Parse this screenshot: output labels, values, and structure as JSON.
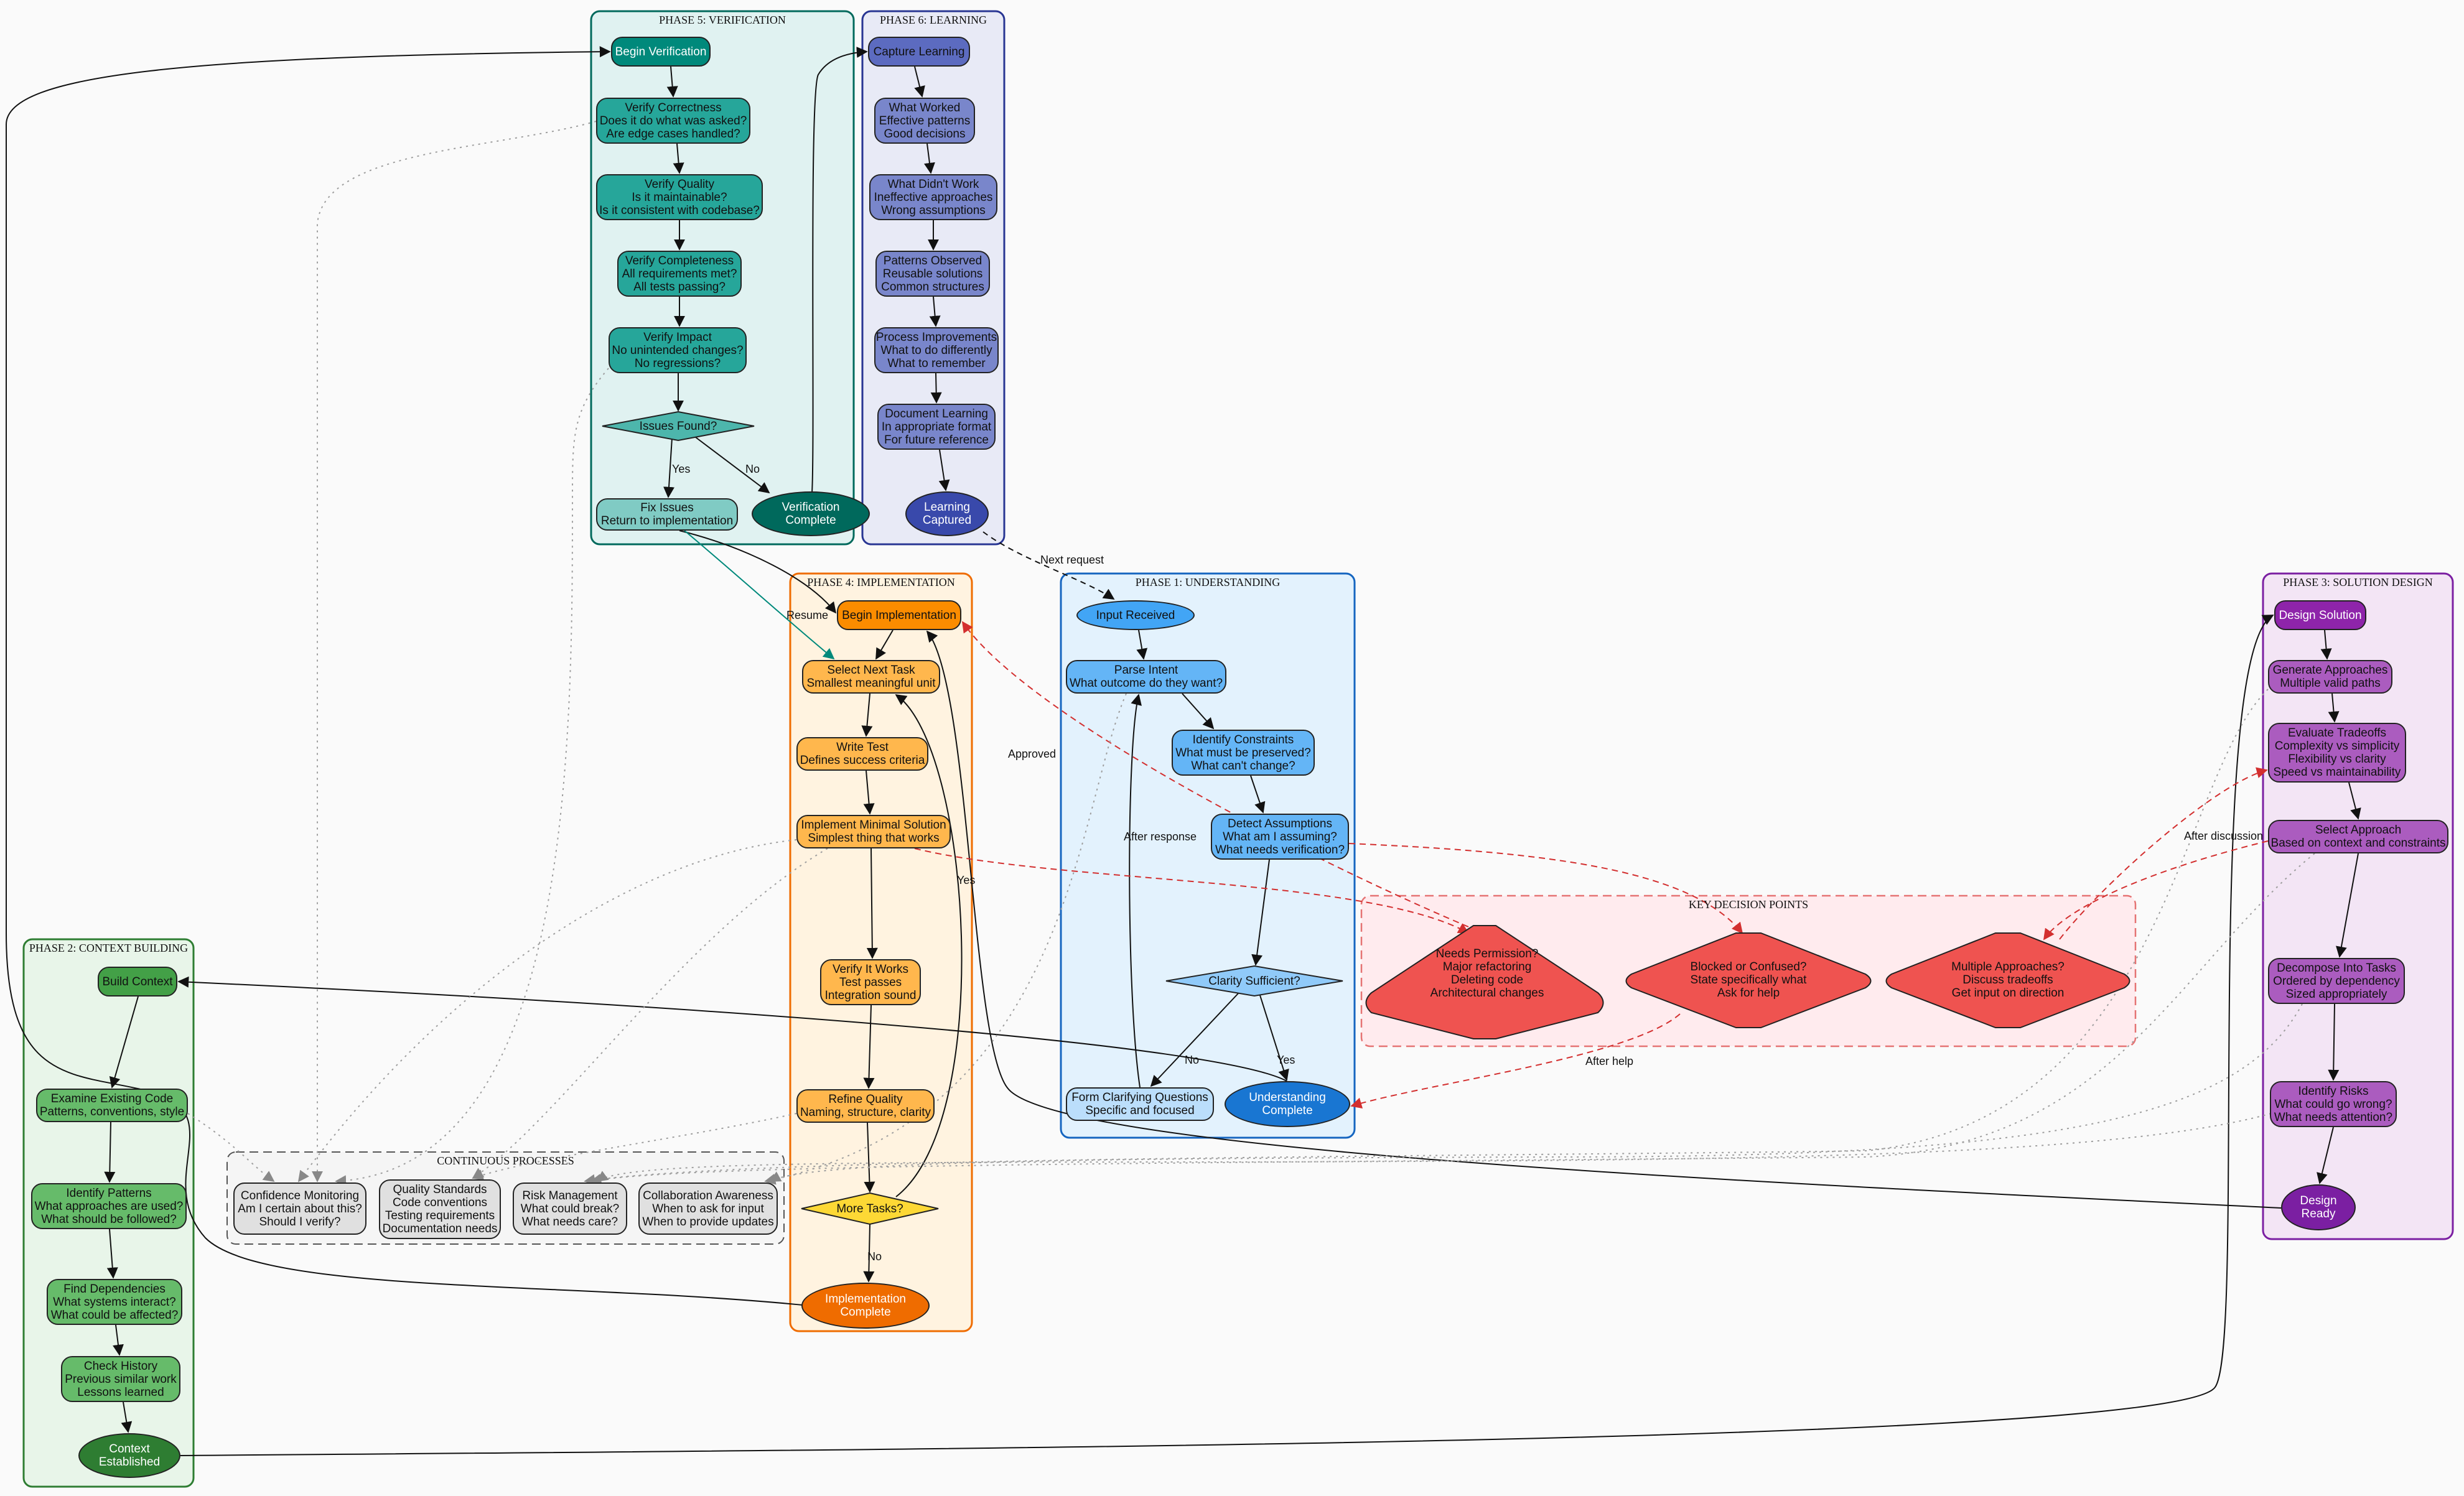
{
  "phases": {
    "verification": "PHASE 5: VERIFICATION",
    "learning": "PHASE 6: LEARNING",
    "implementation": "PHASE 4: IMPLEMENTATION",
    "understanding": "PHASE 1: UNDERSTANDING",
    "solution_design": "PHASE 3: SOLUTION DESIGN",
    "context_building": "PHASE 2: CONTEXT BUILDING",
    "continuous": "CONTINUOUS PROCESSES",
    "decision_points": "KEY DECISION POINTS"
  },
  "nodes": {
    "begin_verification": "Begin Verification",
    "verify_correctness": "Verify Correctness\nDoes it do what was asked?\nAre edge cases handled?",
    "verify_quality": "Verify Quality\nIs it maintainable?\nIs it consistent with codebase?",
    "verify_completeness": "Verify Completeness\nAll requirements met?\nAll tests passing?",
    "verify_impact": "Verify Impact\nNo unintended changes?\nNo regressions?",
    "issues_found": "Issues Found?",
    "fix_issues": "Fix Issues\nReturn to implementation",
    "verification_complete": "Verification\nComplete",
    "capture_learning": "Capture Learning",
    "what_worked": "What Worked\nEffective patterns\nGood decisions",
    "what_didnt": "What Didn't Work\nIneffective approaches\nWrong assumptions",
    "patterns_observed": "Patterns Observed\nReusable solutions\nCommon structures",
    "process_improvements": "Process Improvements\nWhat to do differently\nWhat to remember",
    "document_learning": "Document Learning\nIn appropriate format\nFor future reference",
    "learning_captured": "Learning\nCaptured",
    "begin_implementation": "Begin Implementation",
    "select_next_task": "Select Next Task\nSmallest meaningful unit",
    "write_test": "Write Test\nDefines success criteria",
    "implement_minimal": "Implement Minimal Solution\nSimplest thing that works",
    "verify_it_works": "Verify It Works\nTest passes\nIntegration sound",
    "refine_quality": "Refine Quality\nNaming, structure, clarity",
    "more_tasks": "More Tasks?",
    "implementation_complete": "Implementation\nComplete",
    "input_received": "Input Received",
    "parse_intent": "Parse Intent\nWhat outcome do they want?",
    "identify_constraints": "Identify Constraints\nWhat must be preserved?\nWhat can't change?",
    "detect_assumptions": "Detect Assumptions\nWhat am I assuming?\nWhat needs verification?",
    "clarity_sufficient": "Clarity Sufficient?",
    "form_questions": "Form Clarifying Questions\nSpecific and focused",
    "understanding_complete": "Understanding\nComplete",
    "design_solution": "Design Solution",
    "generate_approaches": "Generate Approaches\nMultiple valid paths",
    "evaluate_tradeoffs": "Evaluate Tradeoffs\nComplexity vs simplicity\nFlexibility vs clarity\nSpeed vs maintainability",
    "select_approach": "Select Approach\nBased on context and constraints",
    "decompose_tasks": "Decompose Into Tasks\nOrdered by dependency\nSized appropriately",
    "identify_risks": "Identify Risks\nWhat could go wrong?\nWhat needs attention?",
    "design_ready": "Design\nReady",
    "build_context": "Build Context",
    "examine_code": "Examine Existing Code\nPatterns, conventions, style",
    "identify_patterns": "Identify Patterns\nWhat approaches are used?\nWhat should be followed?",
    "find_dependencies": "Find Dependencies\nWhat systems interact?\nWhat could be affected?",
    "check_history": "Check History\nPrevious similar work\nLessons learned",
    "context_established": "Context\nEstablished",
    "confidence_monitoring": "Confidence Monitoring\nAm I certain about this?\nShould I verify?",
    "quality_standards": "Quality Standards\nCode conventions\nTesting requirements\nDocumentation needs",
    "risk_management": "Risk Management\nWhat could break?\nWhat needs care?",
    "collaboration_awareness": "Collaboration Awareness\nWhen to ask for input\nWhen to provide updates",
    "needs_permission": "Needs Permission?\nMajor refactoring\nDeleting code\nArchitectural changes",
    "blocked_confused": "Blocked or Confused?\nState specifically what\nAsk for help",
    "multiple_approaches": "Multiple Approaches?\nDiscuss tradeoffs\nGet input on direction"
  },
  "edge_labels": {
    "yes": "Yes",
    "no": "No",
    "next_request": "Next request",
    "resume": "Resume",
    "approved": "Approved",
    "after_response": "After response",
    "after_discussion": "After discussion",
    "after_help": "After help"
  },
  "colors": {
    "phase1_bg": "#e3f2fd",
    "phase1_border": "#1565c0",
    "phase1_node": "#64b5f6",
    "phase1_dark": "#1976d2",
    "phase2_bg": "#e8f5e9",
    "phase2_border": "#2e7d32",
    "phase2_node": "#66bb6a",
    "phase2_dark": "#2e7d32",
    "phase3_bg": "#f3e5f5",
    "phase3_border": "#7b1fa2",
    "phase3_node": "#ab5cbf",
    "phase3_dark": "#7b1fa2",
    "phase4_bg": "#fff3e0",
    "phase4_border": "#ef6c00",
    "phase4_node": "#ffb74d",
    "phase4_dark": "#ef6c00",
    "phase5_bg": "#e0f2f1",
    "phase5_border": "#00695c",
    "phase5_node": "#26a69a",
    "phase5_dark": "#00695c",
    "phase6_bg": "#e8eaf6",
    "phase6_border": "#283593",
    "phase6_node": "#7986cb",
    "phase6_dark": "#3949ab",
    "decision_bg": "#ffebee",
    "decision_node": "#ef5350",
    "continuous_node": "#e0e0e0"
  }
}
